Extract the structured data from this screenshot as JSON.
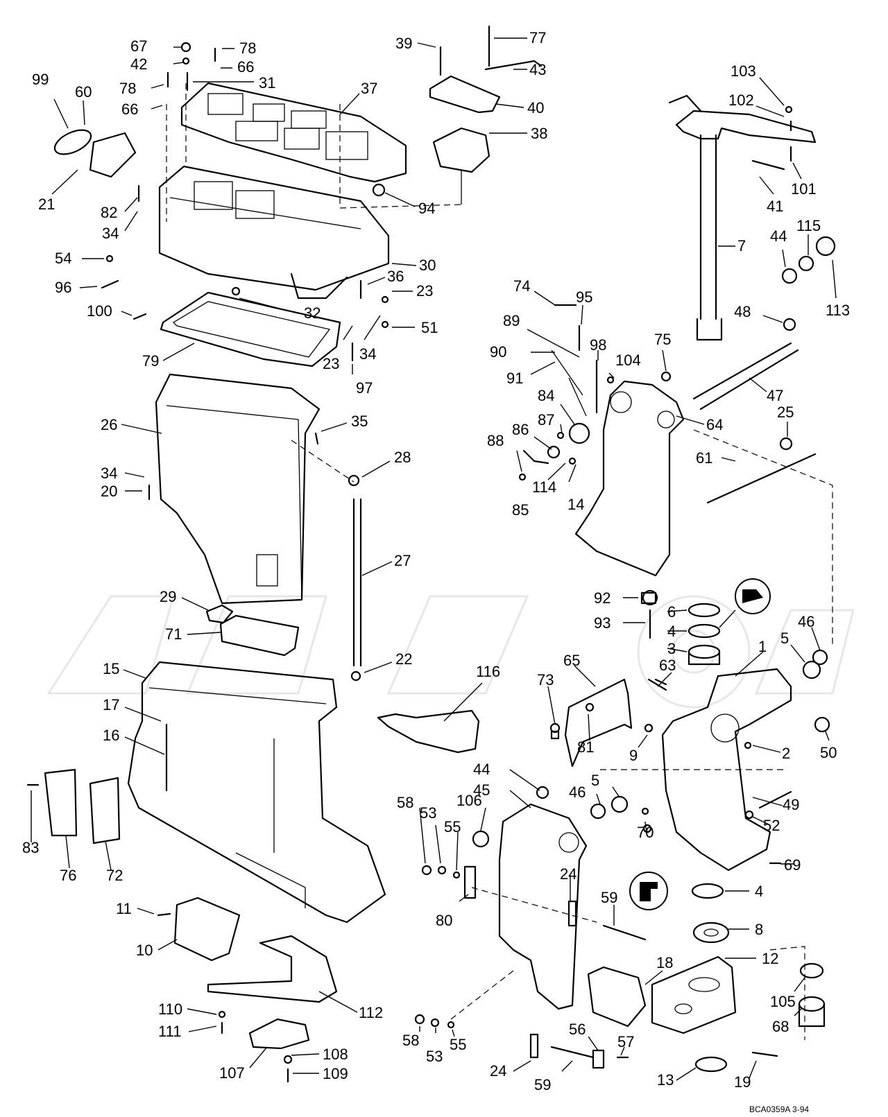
{
  "diagram": {
    "reference_code": "BCA0359A   3-94",
    "callout_numbers": [
      "67",
      "42",
      "78",
      "66",
      "78",
      "31",
      "66",
      "99",
      "60",
      "21",
      "37",
      "82",
      "34",
      "54",
      "96",
      "100",
      "30",
      "36",
      "23",
      "32",
      "51",
      "23",
      "34",
      "79",
      "97",
      "26",
      "35",
      "34",
      "20",
      "28",
      "27",
      "29",
      "71",
      "22",
      "15",
      "17",
      "16",
      "83",
      "76",
      "72",
      "11",
      "10",
      "110",
      "111",
      "112",
      "107",
      "108",
      "109",
      "39",
      "77",
      "43",
      "40",
      "38",
      "94",
      "103",
      "102",
      "101",
      "41",
      "7",
      "44",
      "115",
      "113",
      "48",
      "47",
      "25",
      "61",
      "64",
      "74",
      "95",
      "89",
      "90",
      "91",
      "98",
      "104",
      "75",
      "84",
      "87",
      "86",
      "88",
      "114",
      "14",
      "85",
      "92",
      "93",
      "6",
      "4",
      "3",
      "46",
      "5",
      "1",
      "65",
      "73",
      "63",
      "81",
      "9",
      "2",
      "50",
      "44",
      "45",
      "106",
      "58",
      "53",
      "55",
      "46",
      "5",
      "49",
      "70",
      "52",
      "24",
      "69",
      "59",
      "80",
      "4",
      "8",
      "18",
      "12",
      "105",
      "68",
      "58",
      "53",
      "55",
      "56",
      "57",
      "24",
      "59",
      "13",
      "19",
      "116"
    ]
  }
}
